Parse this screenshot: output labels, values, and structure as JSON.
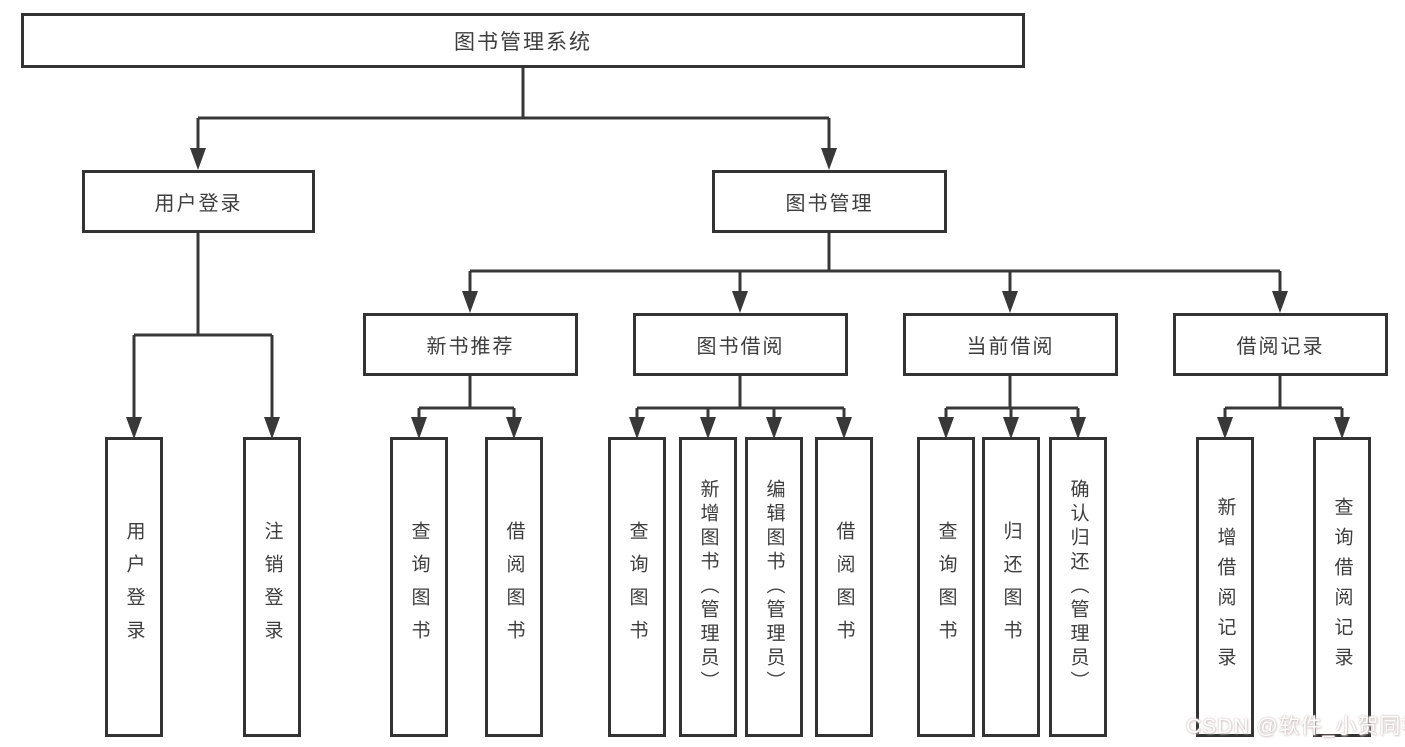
{
  "diagram": {
    "type": "hierarchy",
    "tree": {
      "label": "图书管理系统",
      "children": [
        {
          "label": "用户登录",
          "children": [
            "用户登录",
            "注销登录"
          ]
        },
        {
          "label": "图书管理",
          "children": [
            {
              "label": "新书推荐",
              "children": [
                "查询图书",
                "借阅图书"
              ]
            },
            {
              "label": "图书借阅",
              "children": [
                "查询图书",
                "新增图书（管理员）",
                "编辑图书（管理员）",
                "借阅图书"
              ]
            },
            {
              "label": "当前借阅",
              "children": [
                "查询图书",
                "归还图书",
                "确认归还（管理员）"
              ]
            },
            {
              "label": "借阅记录",
              "children": [
                "新增借阅记录",
                "查询借阅记录"
              ]
            }
          ]
        }
      ]
    },
    "watermark": "CSDN @软件_小贺同学",
    "colors": {
      "line": "#383838",
      "box_border": "#333333",
      "text": "#3d3d3d",
      "background": "#ffffff"
    }
  }
}
